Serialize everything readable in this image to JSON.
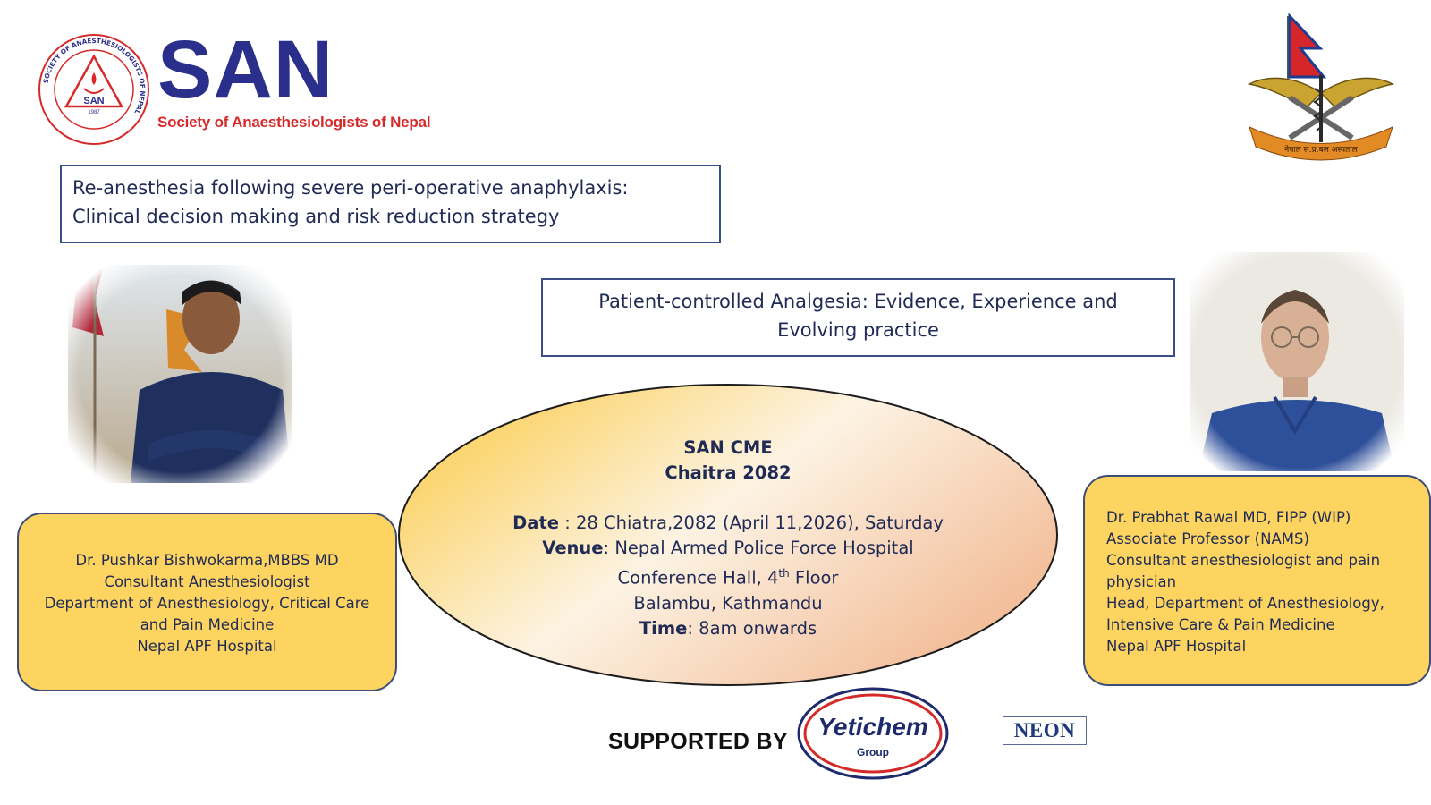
{
  "header": {
    "org_acronym": "SAN",
    "org_name": "Society of Anaesthesiologists of Nepal",
    "seal_text_outer": "SOCIETY OF ANAESTHESIOLOGISTS OF NEPAL",
    "seal_center": "SAN",
    "seal_year": "1987",
    "emblem_banner_text": "नेपाल स.प्र.बल अस्पताल"
  },
  "topics": {
    "topic1": [
      "Re-anesthesia following severe peri-operative anaphylaxis:",
      "Clinical decision making and risk reduction strategy"
    ],
    "topic2": [
      "Patient-controlled Analgesia: Evidence, Experience and",
      "Evolving practice"
    ]
  },
  "speaker1": {
    "lines": [
      "Dr. Pushkar Bishwokarma,MBBS MD",
      "Consultant Anesthesiologist",
      "Department of Anesthesiology, Critical Care",
      "and Pain Medicine",
      "Nepal APF Hospital"
    ]
  },
  "speaker2": {
    "lines": [
      "Dr. Prabhat Rawal MD, FIPP (WIP)",
      "Associate Professor (NAMS)",
      "Consultant anesthesiologist and pain",
      "physician",
      "Head, Department of Anesthesiology,",
      "Intensive Care & Pain Medicine",
      "Nepal APF Hospital"
    ]
  },
  "event": {
    "title": "SAN CME",
    "subtitle": "Chaitra 2082",
    "date_label": "Date",
    "date_value": " : 28 Chiatra,2082 (April 11,2026), Saturday",
    "venue_label": "Venue",
    "venue_value": ": Nepal Armed Police Force Hospital",
    "venue_line2_pre": "Conference Hall, 4",
    "venue_line2_sup": "th",
    "venue_line2_post": " Floor",
    "venue_line3": "Balambu, Kathmandu",
    "time_label": "Time",
    "time_value": ": 8am onwards"
  },
  "sponsors": {
    "label": "SUPPORTED BY",
    "sponsor1_name": "Yetichem",
    "sponsor1_sub": "Group",
    "sponsor2_name": "NEON"
  },
  "colors": {
    "san_blue": "#2b2f8c",
    "san_red": "#d62a2a",
    "box_yellow": "#fdd460",
    "text_navy": "#1f2a55"
  }
}
